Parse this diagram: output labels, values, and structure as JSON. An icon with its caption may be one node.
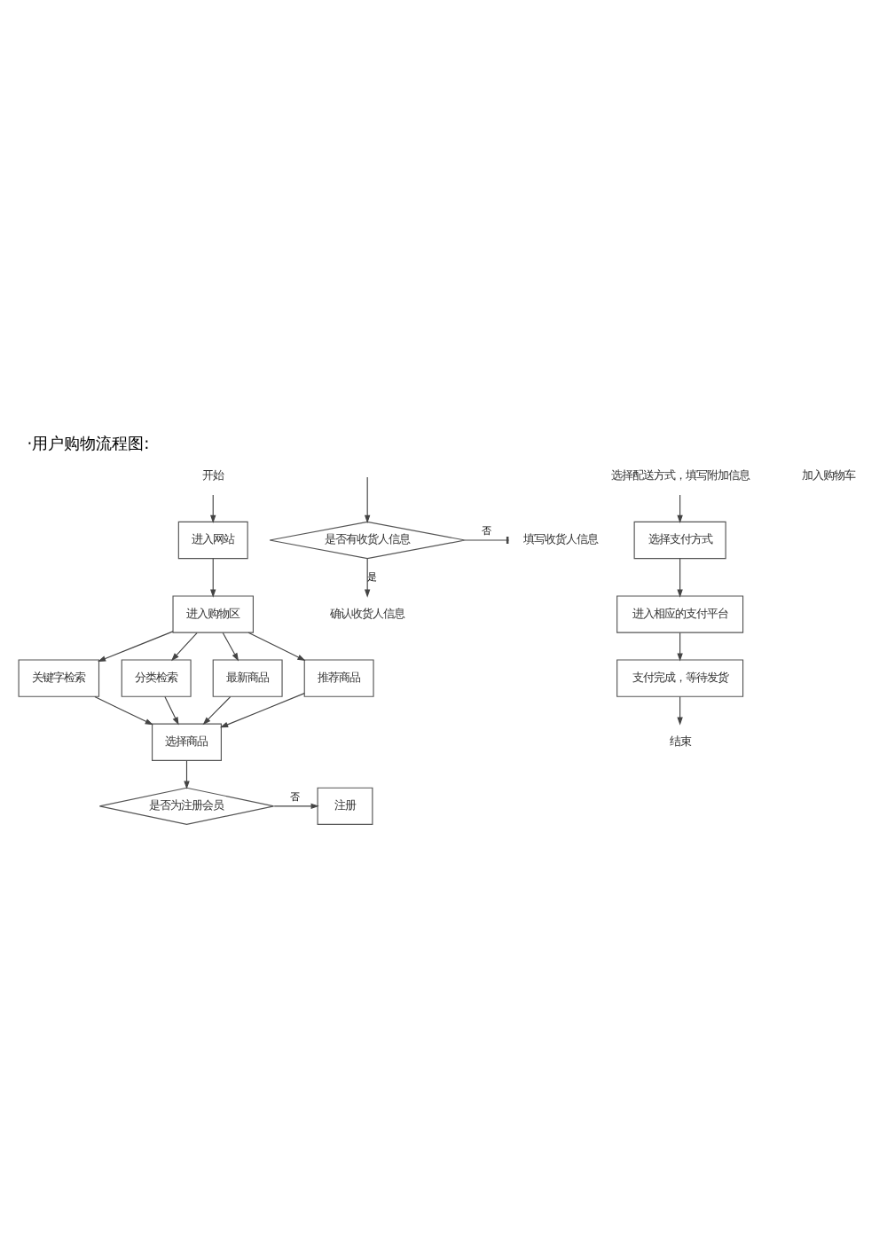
{
  "diagram": {
    "title": "·用户购物流程图:",
    "nodes": [
      {
        "text": [
          "开始"
        ]
      },
      {
        "text": [
          "进入网站"
        ]
      },
      {
        "text": [
          "进入购物区"
        ]
      },
      {
        "text": [
          "关键字检索"
        ]
      },
      {
        "text": [
          "分类检索"
        ]
      },
      {
        "text": [
          "最新商品"
        ]
      },
      {
        "text": [
          "推荐商品"
        ]
      },
      {
        "text": [
          "选择商品"
        ]
      },
      {
        "text": [
          "是否为注册会员"
        ]
      },
      {
        "text": [
          "注册"
        ]
      },
      {
        "text": [
          "是否有收货人信息"
        ]
      },
      {
        "text": [
          "填写收货人信息"
        ]
      },
      {
        "text": [
          "确认收货人信息"
        ]
      },
      {
        "text": [
          "选择配送方式，填写附加信息"
        ]
      },
      {
        "text": [
          "选择支付方式"
        ]
      },
      {
        "text": [
          "进入相应的支付平台"
        ]
      },
      {
        "text": [
          "支付完成，等待发货"
        ]
      },
      {
        "text": [
          "结束"
        ]
      }
    ],
    "edges": [
      {
        "from": 0,
        "to": 1,
        "arrow": "to"
      },
      {
        "from": 1,
        "to": 2,
        "arrow": "to"
      },
      {
        "from": 2,
        "to": 3,
        "arrow": "to"
      },
      {
        "from": 2,
        "to": 4,
        "arrow": "to"
      },
      {
        "from": 2,
        "to": 5,
        "arrow": "to"
      },
      {
        "from": 2,
        "to": 6,
        "arrow": "to"
      },
      {
        "from": 3,
        "to": 7,
        "arrow": "to"
      },
      {
        "from": 4,
        "to": 7,
        "arrow": "to"
      },
      {
        "from": 5,
        "to": 7,
        "arrow": "to"
      },
      {
        "from": 6,
        "to": 7,
        "arrow": "to"
      },
      {
        "from": 7,
        "to": 8,
        "arrow": "to"
      },
      {
        "from": 8,
        "to": 9,
        "arrow": "to",
        "label": "否"
      },
      {
        "from": null,
        "to": 10,
        "arrow": "to"
      },
      {
        "from": 10,
        "to": 11,
        "arrow": "other",
        "label": "否"
      },
      {
        "from": 10,
        "to": 12,
        "arrow": "to",
        "label": "是"
      },
      {
        "from": 13,
        "to": 14,
        "arrow": "to"
      },
      {
        "from": 14,
        "to": 15,
        "arrow": "to"
      },
      {
        "from": 15,
        "to": 16,
        "arrow": "to"
      },
      {
        "from": 16,
        "to": 17,
        "arrow": "to"
      }
    ],
    "labels": [
      "加入购物车"
    ]
  }
}
